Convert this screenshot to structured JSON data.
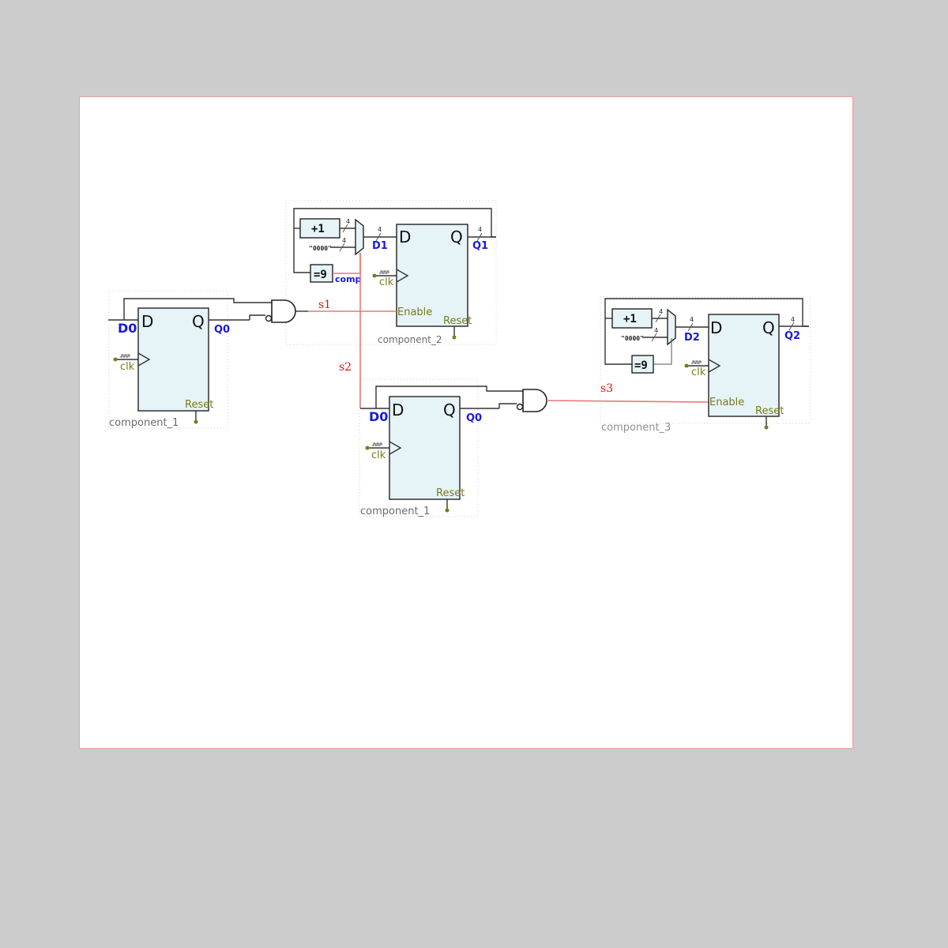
{
  "components": {
    "c1a": {
      "name": "component_1",
      "d": "D",
      "q": "Q",
      "input": "D0",
      "output": "Q0",
      "clk": "clk",
      "reset": "Reset"
    },
    "c2": {
      "name": "component_2",
      "d": "D",
      "q": "Q",
      "input": "D1",
      "output": "Q1",
      "clk": "clk",
      "reset": "Reset",
      "enable": "Enable",
      "inc": "+1",
      "zero": "\"0000\"",
      "eq": "=9",
      "comp": "comp",
      "w1": "4",
      "w2": "4",
      "w3": "4",
      "w4": "4"
    },
    "c1b": {
      "name": "component_1",
      "d": "D",
      "q": "Q",
      "input": "D0",
      "output": "Q0",
      "clk": "clk",
      "reset": "Reset"
    },
    "c3": {
      "name": "component_3",
      "d": "D",
      "q": "Q",
      "input": "D2",
      "output": "Q2",
      "clk": "clk",
      "reset": "Reset",
      "enable": "Enable",
      "inc": "+1",
      "zero": "\"0000\"",
      "eq": "=9",
      "w1": "4",
      "w2": "4",
      "w3": "4",
      "w4": "4"
    }
  },
  "signals": {
    "s1": "s1",
    "s2": "s2",
    "s3": "s3"
  },
  "colors": {
    "signal": "#e87878",
    "port": "#1a1adc",
    "olive": "#7a7a1a",
    "block": "#e6f3f7"
  }
}
